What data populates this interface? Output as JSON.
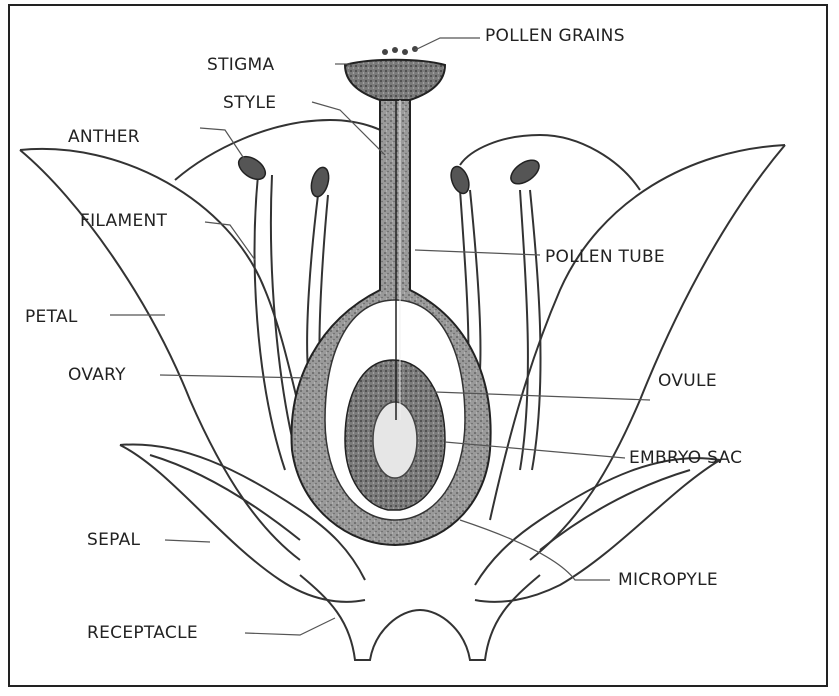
{
  "diagram": {
    "labels": {
      "pollen_grains": "POLLEN GRAINS",
      "stigma": "STIGMA",
      "style": "STYLE",
      "anther": "ANTHER",
      "filament": "FILAMENT",
      "pollen_tube": "POLLEN TUBE",
      "petal": "PETAL",
      "ovary": "OVARY",
      "ovule": "OVULE",
      "embryo_sac": "EMBRYO SAC",
      "sepal": "SEPAL",
      "micropyle": "MICROPYLE",
      "receptacle": "RECEPTACLE"
    }
  }
}
